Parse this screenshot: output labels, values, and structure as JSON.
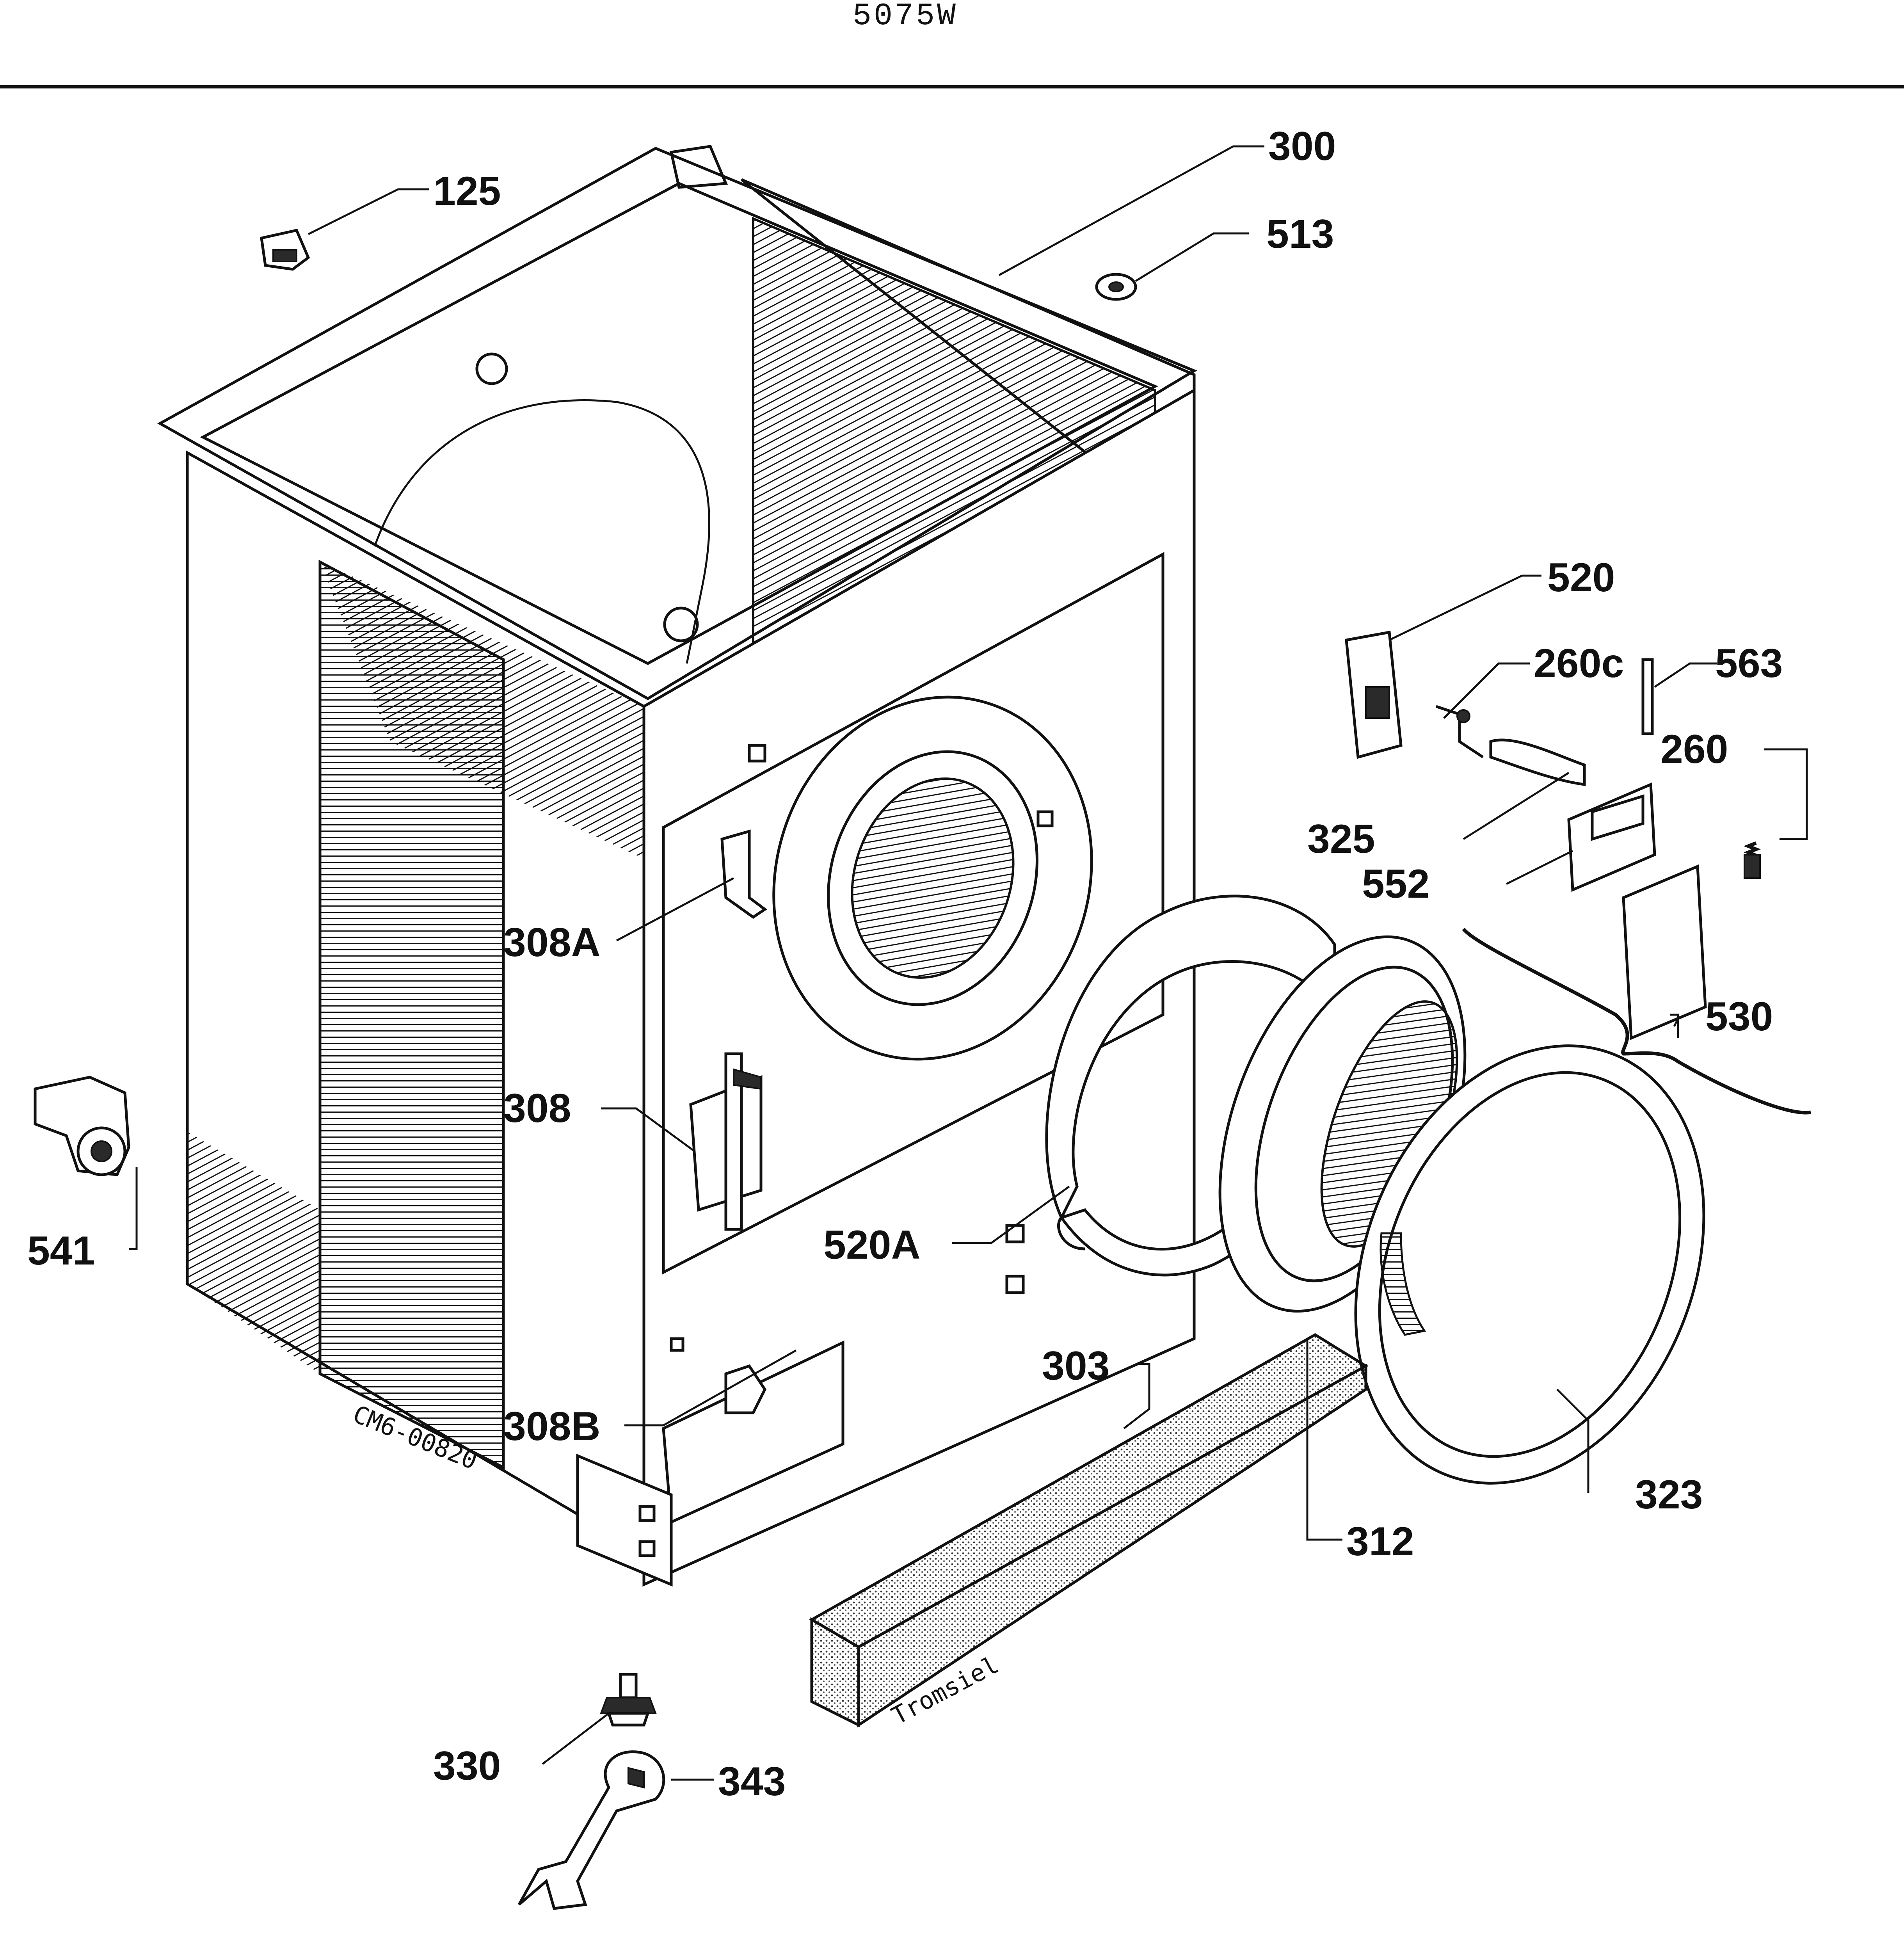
{
  "title": "5075W",
  "drawing_code": "CM6-00820",
  "maker_mark": "Tromsiel",
  "callouts": [
    {
      "id": "300",
      "text": "300"
    },
    {
      "id": "125",
      "text": "125"
    },
    {
      "id": "513",
      "text": "513"
    },
    {
      "id": "520",
      "text": "520"
    },
    {
      "id": "260c",
      "text": "260c"
    },
    {
      "id": "563",
      "text": "563"
    },
    {
      "id": "260",
      "text": "260"
    },
    {
      "id": "325",
      "text": "325"
    },
    {
      "id": "552",
      "text": "552"
    },
    {
      "id": "530",
      "text": "530"
    },
    {
      "id": "308a",
      "text": "308A"
    },
    {
      "id": "308",
      "text": "308"
    },
    {
      "id": "541",
      "text": "541"
    },
    {
      "id": "520a",
      "text": "520A"
    },
    {
      "id": "303",
      "text": "303"
    },
    {
      "id": "323",
      "text": "323"
    },
    {
      "id": "312",
      "text": "312"
    },
    {
      "id": "308b",
      "text": "308B"
    },
    {
      "id": "330",
      "text": "330"
    },
    {
      "id": "343",
      "text": "343"
    }
  ],
  "colors": {
    "ink": "#111111",
    "paper": "#ffffff",
    "hatch": "#2a2a2a"
  }
}
